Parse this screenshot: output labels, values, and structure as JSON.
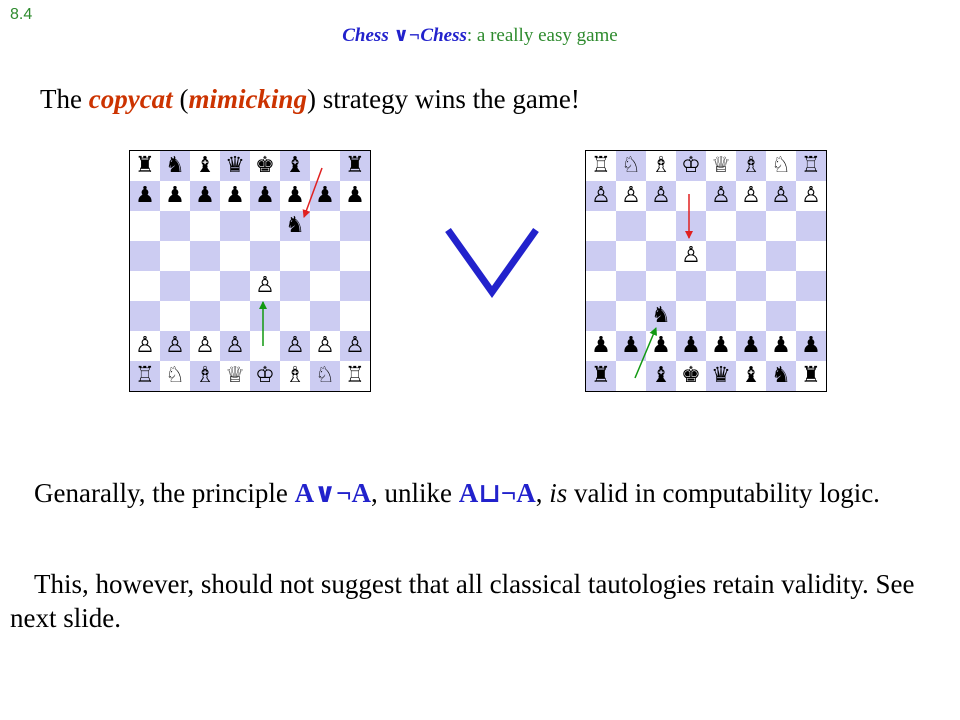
{
  "slide_number": "8.4",
  "header": {
    "game_text": "Chess ∨¬Chess",
    "subtitle": ": a really easy game"
  },
  "headline": {
    "prefix": "The ",
    "copycat": "copycat",
    "open_paren": " (",
    "mimicking": "mimicking",
    "suffix": ") strategy wins the game!"
  },
  "disjunction_symbol": "∨",
  "colors": {
    "header_green": "#2e8b2e",
    "emphasis_red": "#cc3300",
    "formula_blue": "#2222cc",
    "dark_square": "#ccccf2",
    "arrow_red": "#e02020",
    "arrow_green": "#119911"
  },
  "boards": {
    "left": {
      "rows": [
        [
          "♜",
          "♞",
          "♝",
          "♛",
          "♚",
          "♝",
          "",
          "♜"
        ],
        [
          "♟",
          "♟",
          "♟",
          "♟",
          "♟",
          "♟",
          "♟",
          "♟"
        ],
        [
          "",
          "",
          "",
          "",
          "",
          "♞",
          "",
          ""
        ],
        [
          "",
          "",
          "",
          "",
          "",
          "",
          "",
          ""
        ],
        [
          "",
          "",
          "",
          "",
          "♙",
          "",
          "",
          ""
        ],
        [
          "",
          "",
          "",
          "",
          "",
          "",
          "",
          ""
        ],
        [
          "♙",
          "♙",
          "♙",
          "♙",
          "",
          "♙",
          "♙",
          "♙"
        ],
        [
          "♖",
          "♘",
          "♗",
          "♕",
          "♔",
          "♗",
          "♘",
          "♖"
        ]
      ]
    },
    "right": {
      "rows": [
        [
          "♖",
          "♘",
          "♗",
          "♔",
          "♕",
          "♗",
          "♘",
          "♖"
        ],
        [
          "♙",
          "♙",
          "♙",
          "",
          "♙",
          "♙",
          "♙",
          "♙"
        ],
        [
          "",
          "",
          "",
          "",
          "",
          "",
          "",
          ""
        ],
        [
          "",
          "",
          "",
          "♙",
          "",
          "",
          "",
          ""
        ],
        [
          "",
          "",
          "",
          "",
          "",
          "",
          "",
          ""
        ],
        [
          "",
          "",
          "♞",
          "",
          "",
          "",
          "",
          ""
        ],
        [
          "♟",
          "♟",
          "♟",
          "♟",
          "♟",
          "♟",
          "♟",
          "♟"
        ],
        [
          "♜",
          "",
          "♝",
          "♚",
          "♛",
          "♝",
          "♞",
          "♜"
        ]
      ]
    }
  },
  "paragraph1": {
    "text_a": "Genarally, the principle ",
    "formula_or": "A∨¬A",
    "text_b": ", unlike ",
    "formula_choice": "A⊔¬A",
    "text_c": ", ",
    "is_word": "is",
    "text_d": " valid in computability logic."
  },
  "paragraph2": {
    "text": "This, however, should not suggest that all classical tautologies retain validity. See next slide."
  }
}
